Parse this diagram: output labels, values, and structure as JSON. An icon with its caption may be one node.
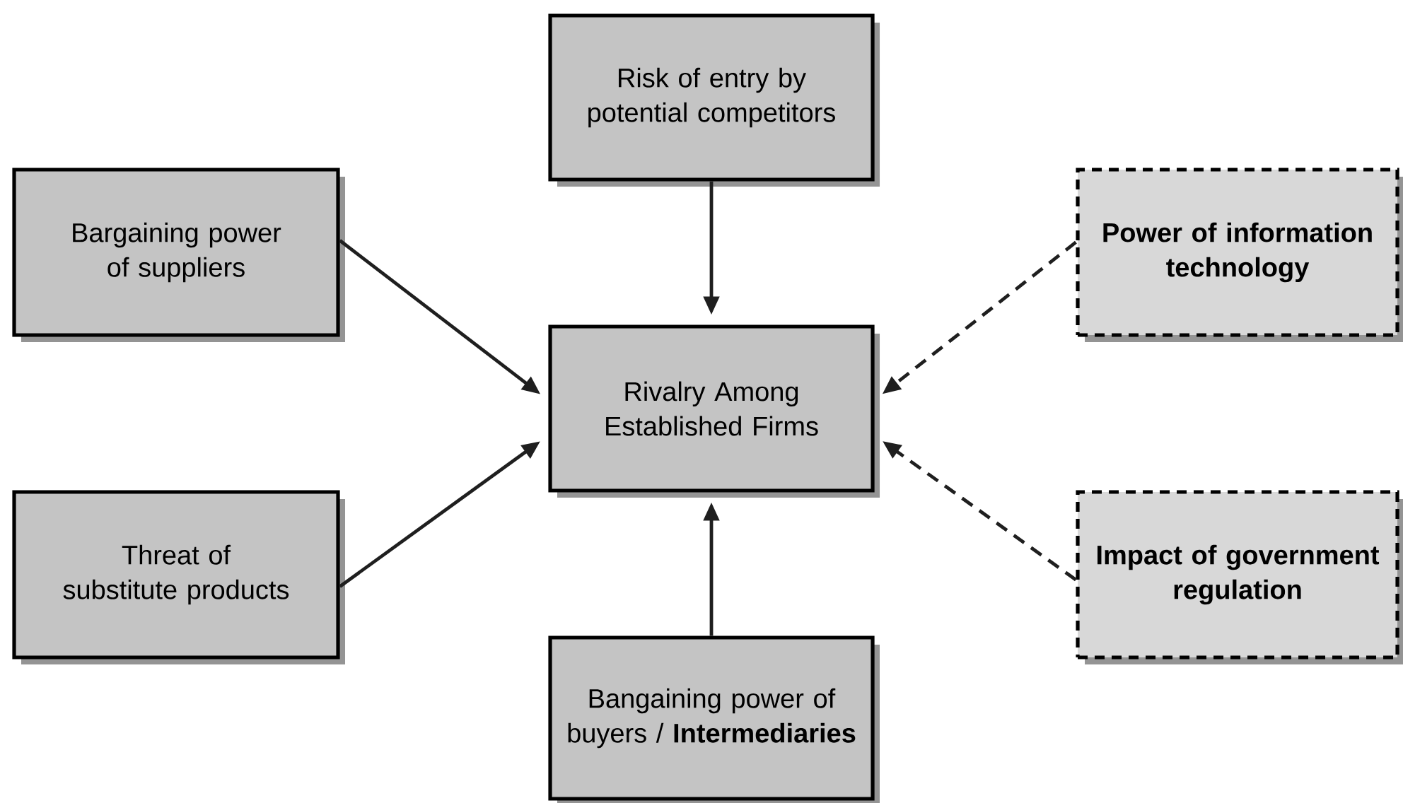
{
  "diagram": {
    "nodes": [
      {
        "text": [
          "Risk of entry by potential competitors"
        ]
      },
      {
        "text": [
          "Bargaining power of suppliers"
        ]
      },
      {
        "text": [
          "Power of information technology"
        ]
      },
      {
        "text": [
          "Rivalry Among Established Firms"
        ]
      },
      {
        "text": [
          "Threat of substitute products"
        ]
      },
      {
        "text": [
          "Impact of government regulation"
        ]
      },
      {
        "text": [
          "Bangaining power of buyers / **Intermediaries**"
        ]
      }
    ],
    "edges": [
      {
        "from": 0,
        "to": 3,
        "arrow": "to"
      },
      {
        "from": 1,
        "to": 3,
        "arrow": "to"
      },
      {
        "from": 2,
        "to": 3,
        "arrow": "to",
        "style": "dashed"
      },
      {
        "from": 4,
        "to": 3,
        "arrow": "to"
      },
      {
        "from": 5,
        "to": 3,
        "arrow": "to",
        "style": "dashed"
      },
      {
        "from": 6,
        "to": 3,
        "arrow": "to"
      }
    ]
  }
}
